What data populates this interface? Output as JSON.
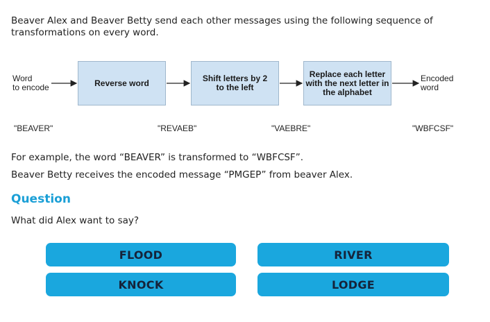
{
  "intro": "Beaver Alex and Beaver Betty send each other messages using the following sequence of transformations on every word.",
  "diagram": {
    "input_label_1": "Word",
    "input_label_2": "to encode",
    "steps": [
      "Reverse word",
      "Shift letters by 2 to the left",
      "Replace each letter with the next letter in the alphabet"
    ],
    "output_label_1": "Encoded",
    "output_label_2": "word",
    "examples": [
      "\"BEAVER\"",
      "\"REVAEB\"",
      "\"VAEBRE\"",
      "\"WBFCSF\""
    ]
  },
  "example_sentence": "For example, the word “BEAVER” is transformed to “WBFCSF”.",
  "received_sentence": "Beaver Betty receives the encoded message “PMGEP” from beaver Alex.",
  "question": {
    "heading": "Question",
    "text": "What did Alex want to say?"
  },
  "answers": [
    "FLOOD",
    "RIVER",
    "KNOCK",
    "LODGE"
  ],
  "colors": {
    "accent": "#1a9fd6",
    "button": "#1aa7de",
    "box": "#cfe2f3"
  }
}
